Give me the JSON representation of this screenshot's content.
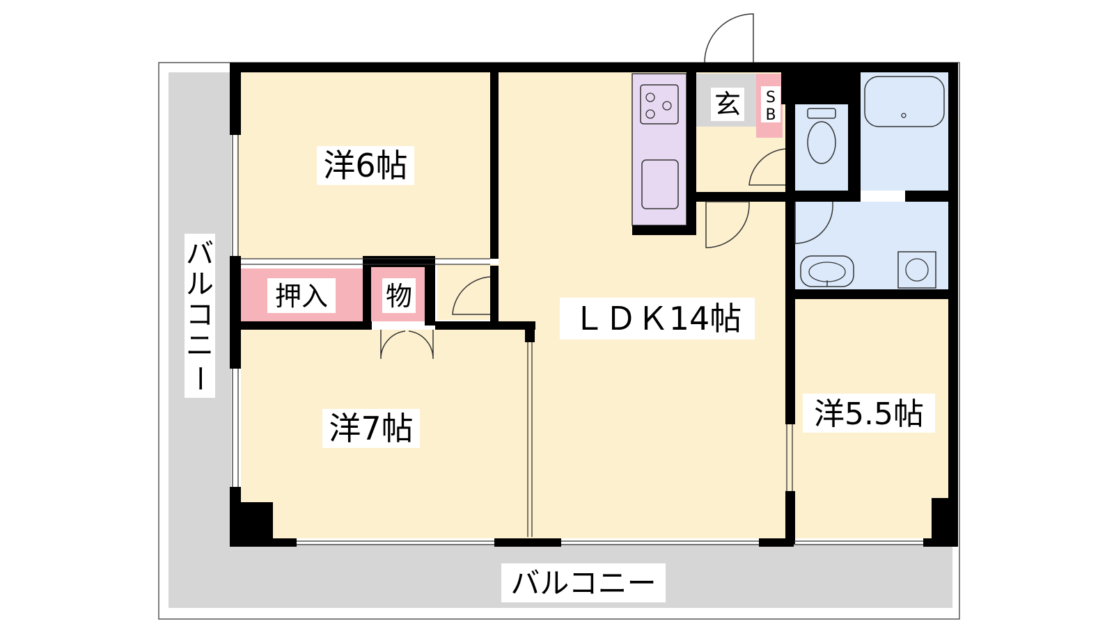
{
  "rooms": {
    "western_6": "洋6帖",
    "western_7": "洋7帖",
    "western_5_5": "洋5.5帖",
    "ldk": "ＬＤＫ14帖",
    "closet": "押入",
    "storage": "物",
    "entrance": "玄",
    "shoe_box_1": "S",
    "shoe_box_2": "B"
  },
  "balcony": {
    "left_chars": [
      "バ",
      "ル",
      "コ",
      "ニ",
      "ー"
    ],
    "bottom": "バルコニー"
  },
  "colors": {
    "room_floor": "#fdf0cf",
    "balcony": "#d6d6d6",
    "storage_pink": "#f7b3ba",
    "wet_area_blue": "#dbe9fa",
    "kitchen_lavender": "#e7d9f2",
    "entrance_gray": "#d6d6d6",
    "wall": "#000000"
  },
  "icons": [
    "stove-icon",
    "sink-icon",
    "toilet-icon",
    "bathtub-icon",
    "washbasin-icon",
    "washing-machine-icon",
    "door-swing-icon"
  ]
}
